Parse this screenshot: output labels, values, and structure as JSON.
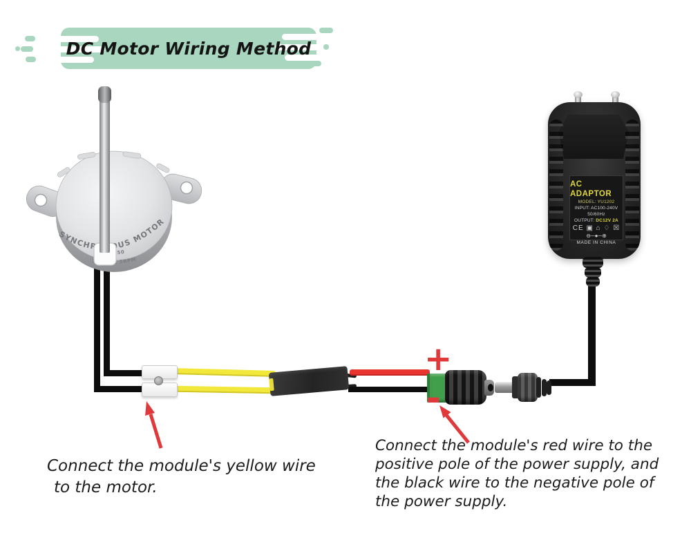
{
  "banner": {
    "title": "DC Motor Wiring Method"
  },
  "motor": {
    "engraving_line1": "SYNCHRONOUS MOTOR",
    "engraving_line2": "TYC-50",
    "engraving_line3": "50/60HZ  5RPM"
  },
  "power_adapter": {
    "label_title": "AC ADAPTOR",
    "model": "MODEL: YU1202",
    "input": "INPUT: AC100-240V",
    "frequency": "50/60Hz",
    "output_label": "OUTPUT:",
    "output_value": "DC12V 2A",
    "cert_icons": "CE ▣ ⌂ ♢ ☒",
    "polarity": "⊖─●─⊕",
    "origin": "MADE IN CHINA"
  },
  "symbols": {
    "plus": "+",
    "minus": "-"
  },
  "annotations": {
    "left_line1": "Connect the module's yellow wire",
    "left_line2": "to the motor.",
    "right_line1": "Connect the module's red wire to the",
    "right_line2": "positive pole of the power supply, and",
    "right_line3": "the black wire to the negative pole of",
    "right_line4": "the power supply."
  },
  "colors": {
    "banner_green": "#a9d6be",
    "wire_yellow": "#f1e83b",
    "wire_red": "#e8352f",
    "accent_red": "#e0393c",
    "terminal_green": "#3f9f4a",
    "label_yellow": "#ded73b"
  }
}
